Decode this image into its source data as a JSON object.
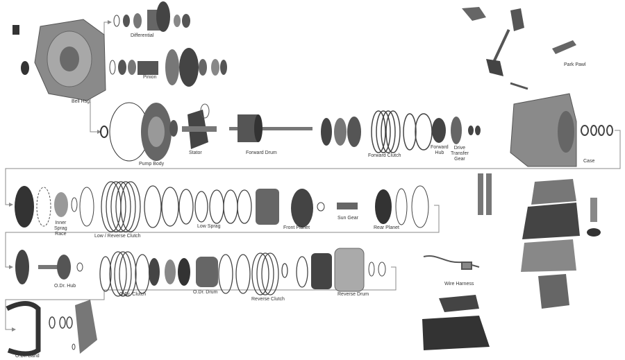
{
  "labels": {
    "differential": "Differential",
    "pinion": "Pinion",
    "bell_housing": "Bell Hsg.",
    "pump_body": "Pump Body",
    "stator": "Stator",
    "forward_drum": "Forward Drum",
    "forward_clutch": "Forward Clutch",
    "forward_hub": "Forward\nHub",
    "drive_transfer_gear": "Drive\nTransfer\nGear",
    "case": "Case",
    "park_pawl": "Park Pawl",
    "inner_sprag_race": "Inner\nSprag\nRace",
    "low_reverse_clutch": "Low / Reverse Clutch",
    "low_sprag": "Low Sprag",
    "front_planet": "Front Planet",
    "sun_gear": "Sun Gear",
    "rear_planet": "Rear Planet",
    "odr_hub": "O.Dr. Hub",
    "odr_clutch": "O.Dr. Clutch",
    "odr_drum": "O.Dr. Drum",
    "reverse_clutch": "Reverse Clutch",
    "reverse_drum": "Reverse Drum",
    "wire_harness": "Wire Harness",
    "odr_band": "O.Dr. Band"
  },
  "colors": {
    "part_dark": "#3a3a3a",
    "part_mid": "#7a7a7a",
    "part_light": "#b5b5b5",
    "flow_line": "#888888"
  }
}
